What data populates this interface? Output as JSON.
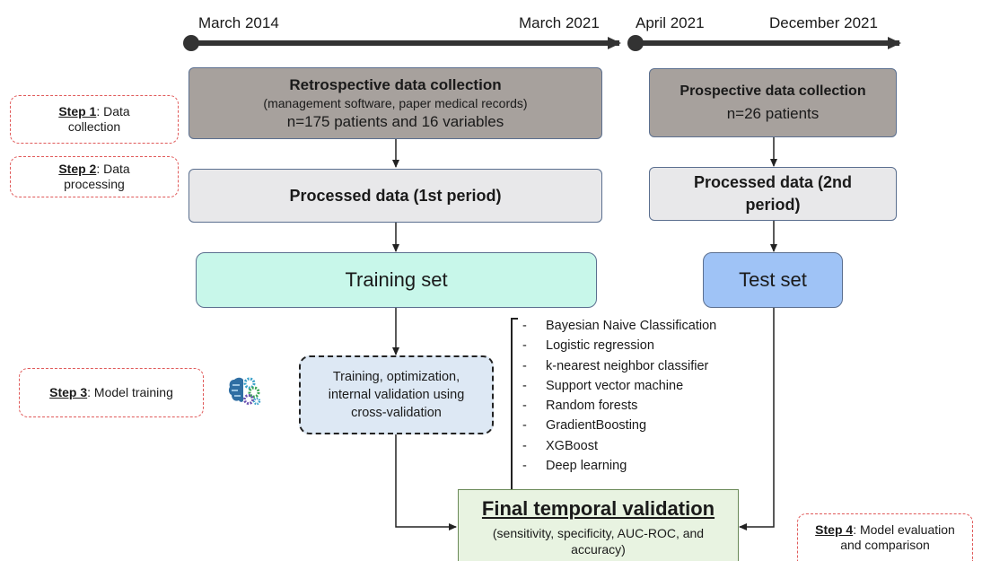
{
  "timeline": {
    "left_start": "March 2014",
    "left_end": "March 2021",
    "right_start": "April 2021",
    "right_end": "December 2021"
  },
  "steps": {
    "step1": {
      "key": "Step 1",
      "rest_line1": ": Data",
      "rest_line2": "collection"
    },
    "step2": {
      "key": "Step 2",
      "rest_line1": ": Data",
      "rest_line2": "processing"
    },
    "step3": {
      "key": "Step 3",
      "rest": ": Model training"
    },
    "step4": {
      "key": "Step 4",
      "rest_line1": ": Model evaluation",
      "rest_line2": "and comparison"
    }
  },
  "boxes": {
    "retro_title": "Retrospective data collection",
    "retro_sub": "(management software, paper medical records)",
    "retro_count": "n=175 patients and 16 variables",
    "prosp_title": "Prospective data collection",
    "prosp_count": "n=26 patients",
    "processed1": "Processed data (1st period)",
    "processed2_line1": "Processed data (2nd",
    "processed2_line2": "period)",
    "training_set": "Training set",
    "test_set": "Test set",
    "model_line1": "Training, optimization,",
    "model_line2": "internal validation using",
    "model_line3": "cross-validation",
    "final_title": "Final temporal validation",
    "final_sub_line1": "(sensitivity, specificity, AUC-ROC, and",
    "final_sub_line2": "accuracy)"
  },
  "algorithms": [
    "Bayesian Naive Classification",
    "Logistic regression",
    "k-nearest neighbor classifier",
    "Support vector machine",
    "Random forests",
    "GradientBoosting",
    "XGBoost",
    "Deep learning"
  ],
  "algorithm_bullet": "-",
  "icons": {
    "ml": "brain-gears-icon"
  },
  "colors": {
    "retro_fill": "#a7a19d",
    "processed_fill": "#e8e8ea",
    "training_fill": "#c8f7ea",
    "test_fill": "#9fc3f6",
    "model_fill": "#dde8f4",
    "final_fill": "#e8f3e1",
    "step_border": "#e05a5a",
    "timeline": "#333333"
  }
}
